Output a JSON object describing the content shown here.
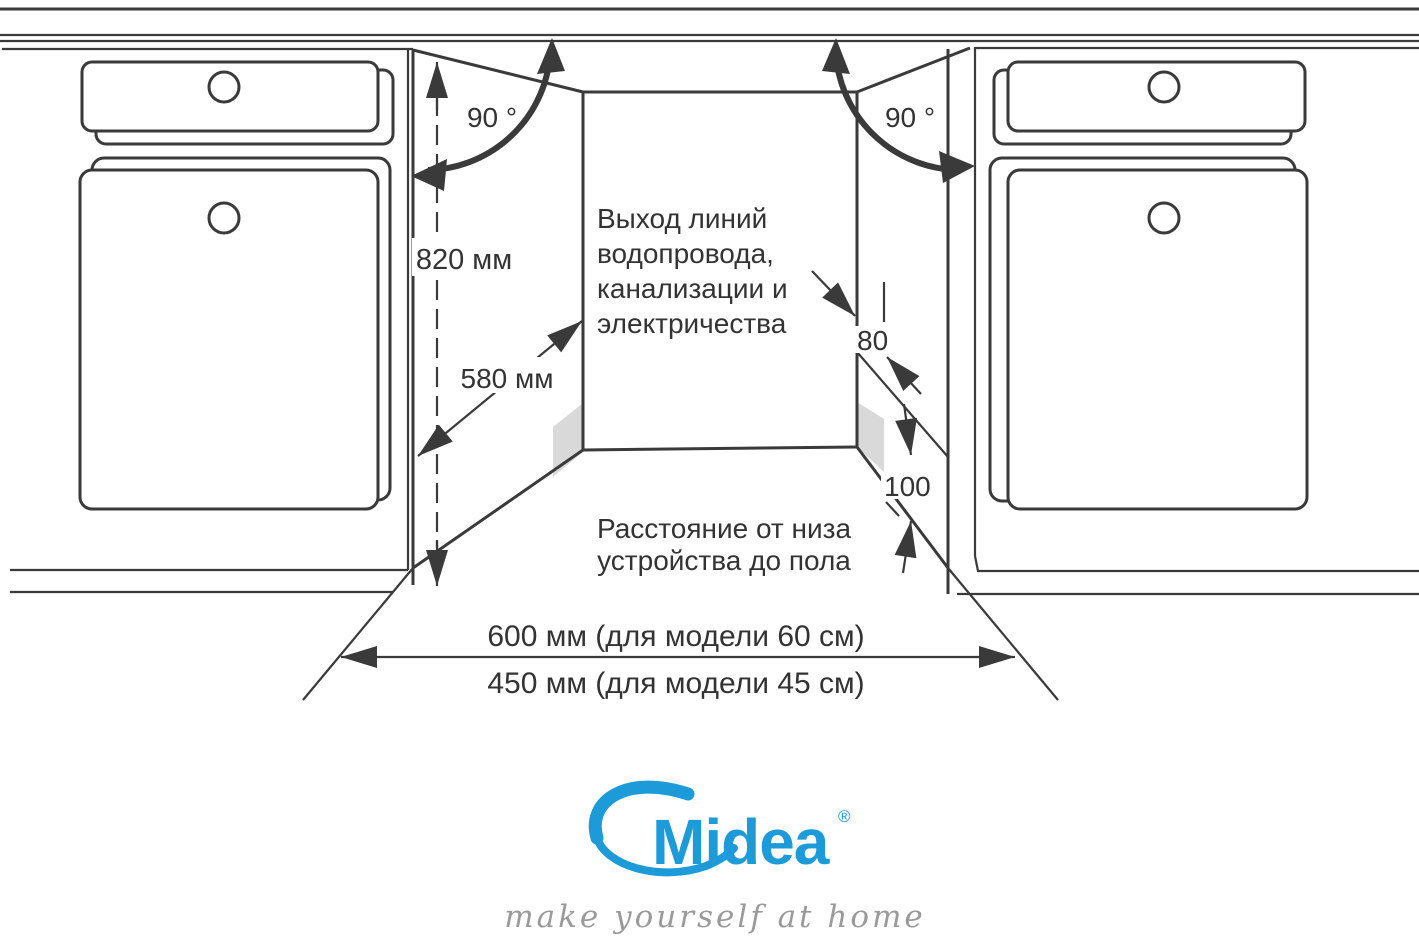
{
  "diagram": {
    "labels": {
      "angle_left": "90 °",
      "angle_right": "90 °",
      "height": "820 мм",
      "depth": "580 мм",
      "utility_lines": [
        "Выход линий",
        "водопровода,",
        "канализации и",
        "электричества"
      ],
      "offset_back": "80",
      "offset_bottom": "100",
      "floor_note_line1": "Расстояние от низа",
      "floor_note_line2": "устройства до пола",
      "width_model_60": "600 мм (для модели 60 см)",
      "width_model_45": "450 мм (для модели 45 см)"
    },
    "colors": {
      "line": "#3a3a3a",
      "patch": "#d9d9d9",
      "brand_blue": "#1d9bd8",
      "tagline_gray": "#9a9a9a"
    }
  },
  "brand": {
    "logo_text": "Midea",
    "registered_mark": "®",
    "tagline": "make yourself at home"
  }
}
